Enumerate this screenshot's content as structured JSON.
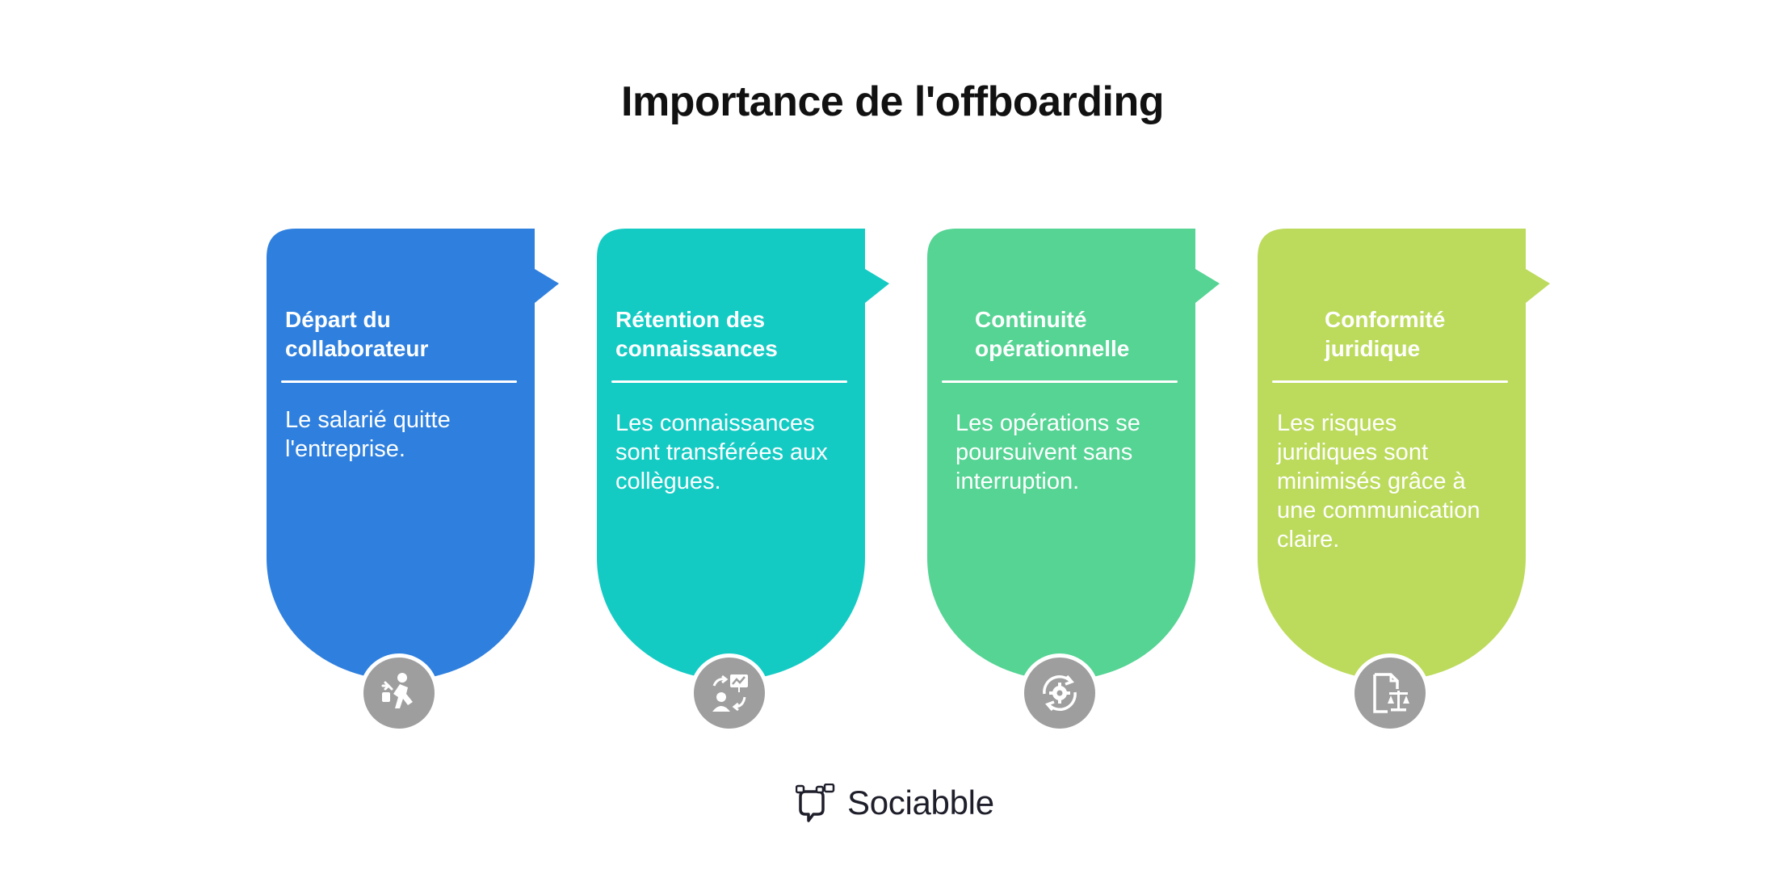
{
  "title": "Importance de l'offboarding",
  "cards": [
    {
      "title_line1": "Départ du",
      "title_line2": "collaborateur",
      "desc": [
        "Le salarié quitte",
        "l'entreprise."
      ],
      "color": "#2f80de",
      "icon": "person-leaving-icon"
    },
    {
      "title_line1": "Rétention des",
      "title_line2": "connaissances",
      "desc": [
        "Les connaissances",
        "sont transférées aux",
        "collègues."
      ],
      "color": "#14cbc4",
      "icon": "knowledge-transfer-icon"
    },
    {
      "title_line1": "Continuité",
      "title_line2": "opérationnelle",
      "desc": [
        "Les opérations se",
        "poursuivent sans",
        "interruption."
      ],
      "color": "#55d494",
      "icon": "gear-cycle-icon"
    },
    {
      "title_line1": "Conformité",
      "title_line2": "juridique",
      "desc": [
        "Les risques",
        "juridiques sont",
        "minimisés grâce à",
        "une communication",
        "claire."
      ],
      "color": "#bcdb5c",
      "icon": "legal-document-scale-icon"
    }
  ],
  "badge_color": "#9e9e9e",
  "logo": {
    "text": "Sociabble"
  }
}
